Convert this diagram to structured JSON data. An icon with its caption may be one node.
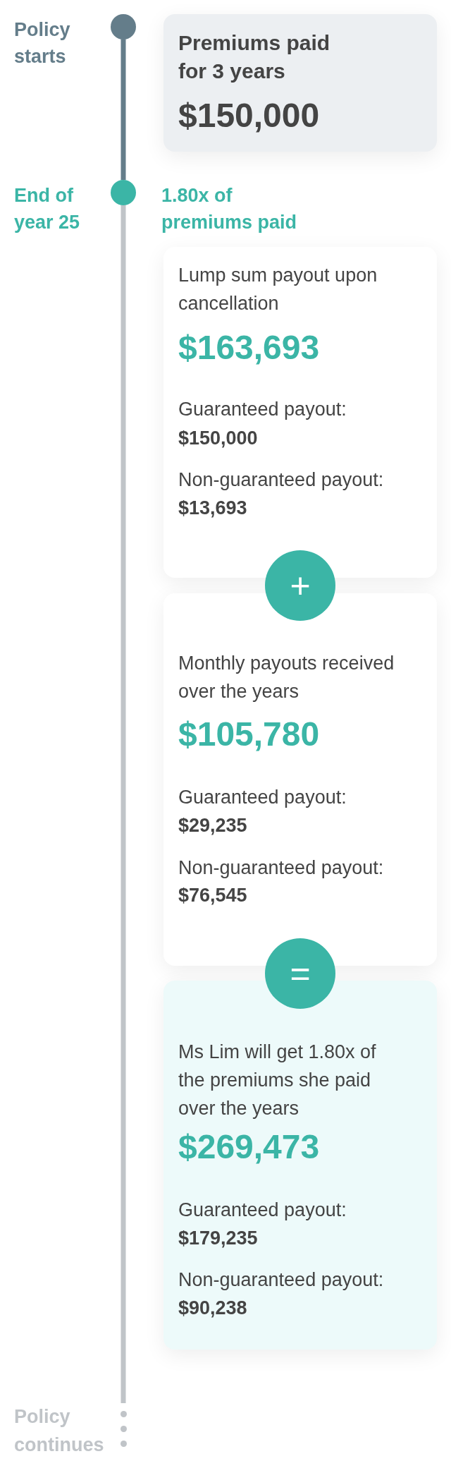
{
  "diagram": {
    "nodes": [
      {
        "text": [],
        "shape": "circle",
        "beside": [
          "Policy starts"
        ]
      },
      {
        "text": [
          "Premiums paid for 3 years",
          "$150,000"
        ]
      },
      {
        "text": [],
        "shape": "circle",
        "beside": [
          "End of year 25"
        ]
      },
      {
        "text": [
          "Lump sum payout upon cancellation",
          "$163,693",
          "Guaranteed payout:",
          "$150,000",
          "Non-guaranteed payout:",
          "$13,693"
        ]
      },
      {
        "text": [
          "+"
        ]
      },
      {
        "text": [
          "Monthly payouts received over the years",
          "$105,780",
          "Guaranteed payout:",
          "$29,235",
          "Non-guaranteed payout:",
          "$76,545"
        ]
      },
      {
        "text": [
          "="
        ]
      },
      {
        "text": [
          "Ms Lim will get 1.80x of the premiums she paid over the years",
          "$269,473",
          "Guaranteed payout:",
          "$179,235",
          "Non-guaranteed payout:",
          "$90,238"
        ]
      },
      {
        "text": [],
        "shape": "dots",
        "beside": [
          "Policy continues"
        ]
      }
    ],
    "edges": [
      {
        "from": 0,
        "to": 2,
        "arrow": "none",
        "color": "#647d8a"
      },
      {
        "from": 2,
        "to": 8,
        "arrow": "none",
        "color": "#c0c4c8"
      }
    ],
    "labels": [
      "1.80x of premiums paid"
    ]
  }
}
